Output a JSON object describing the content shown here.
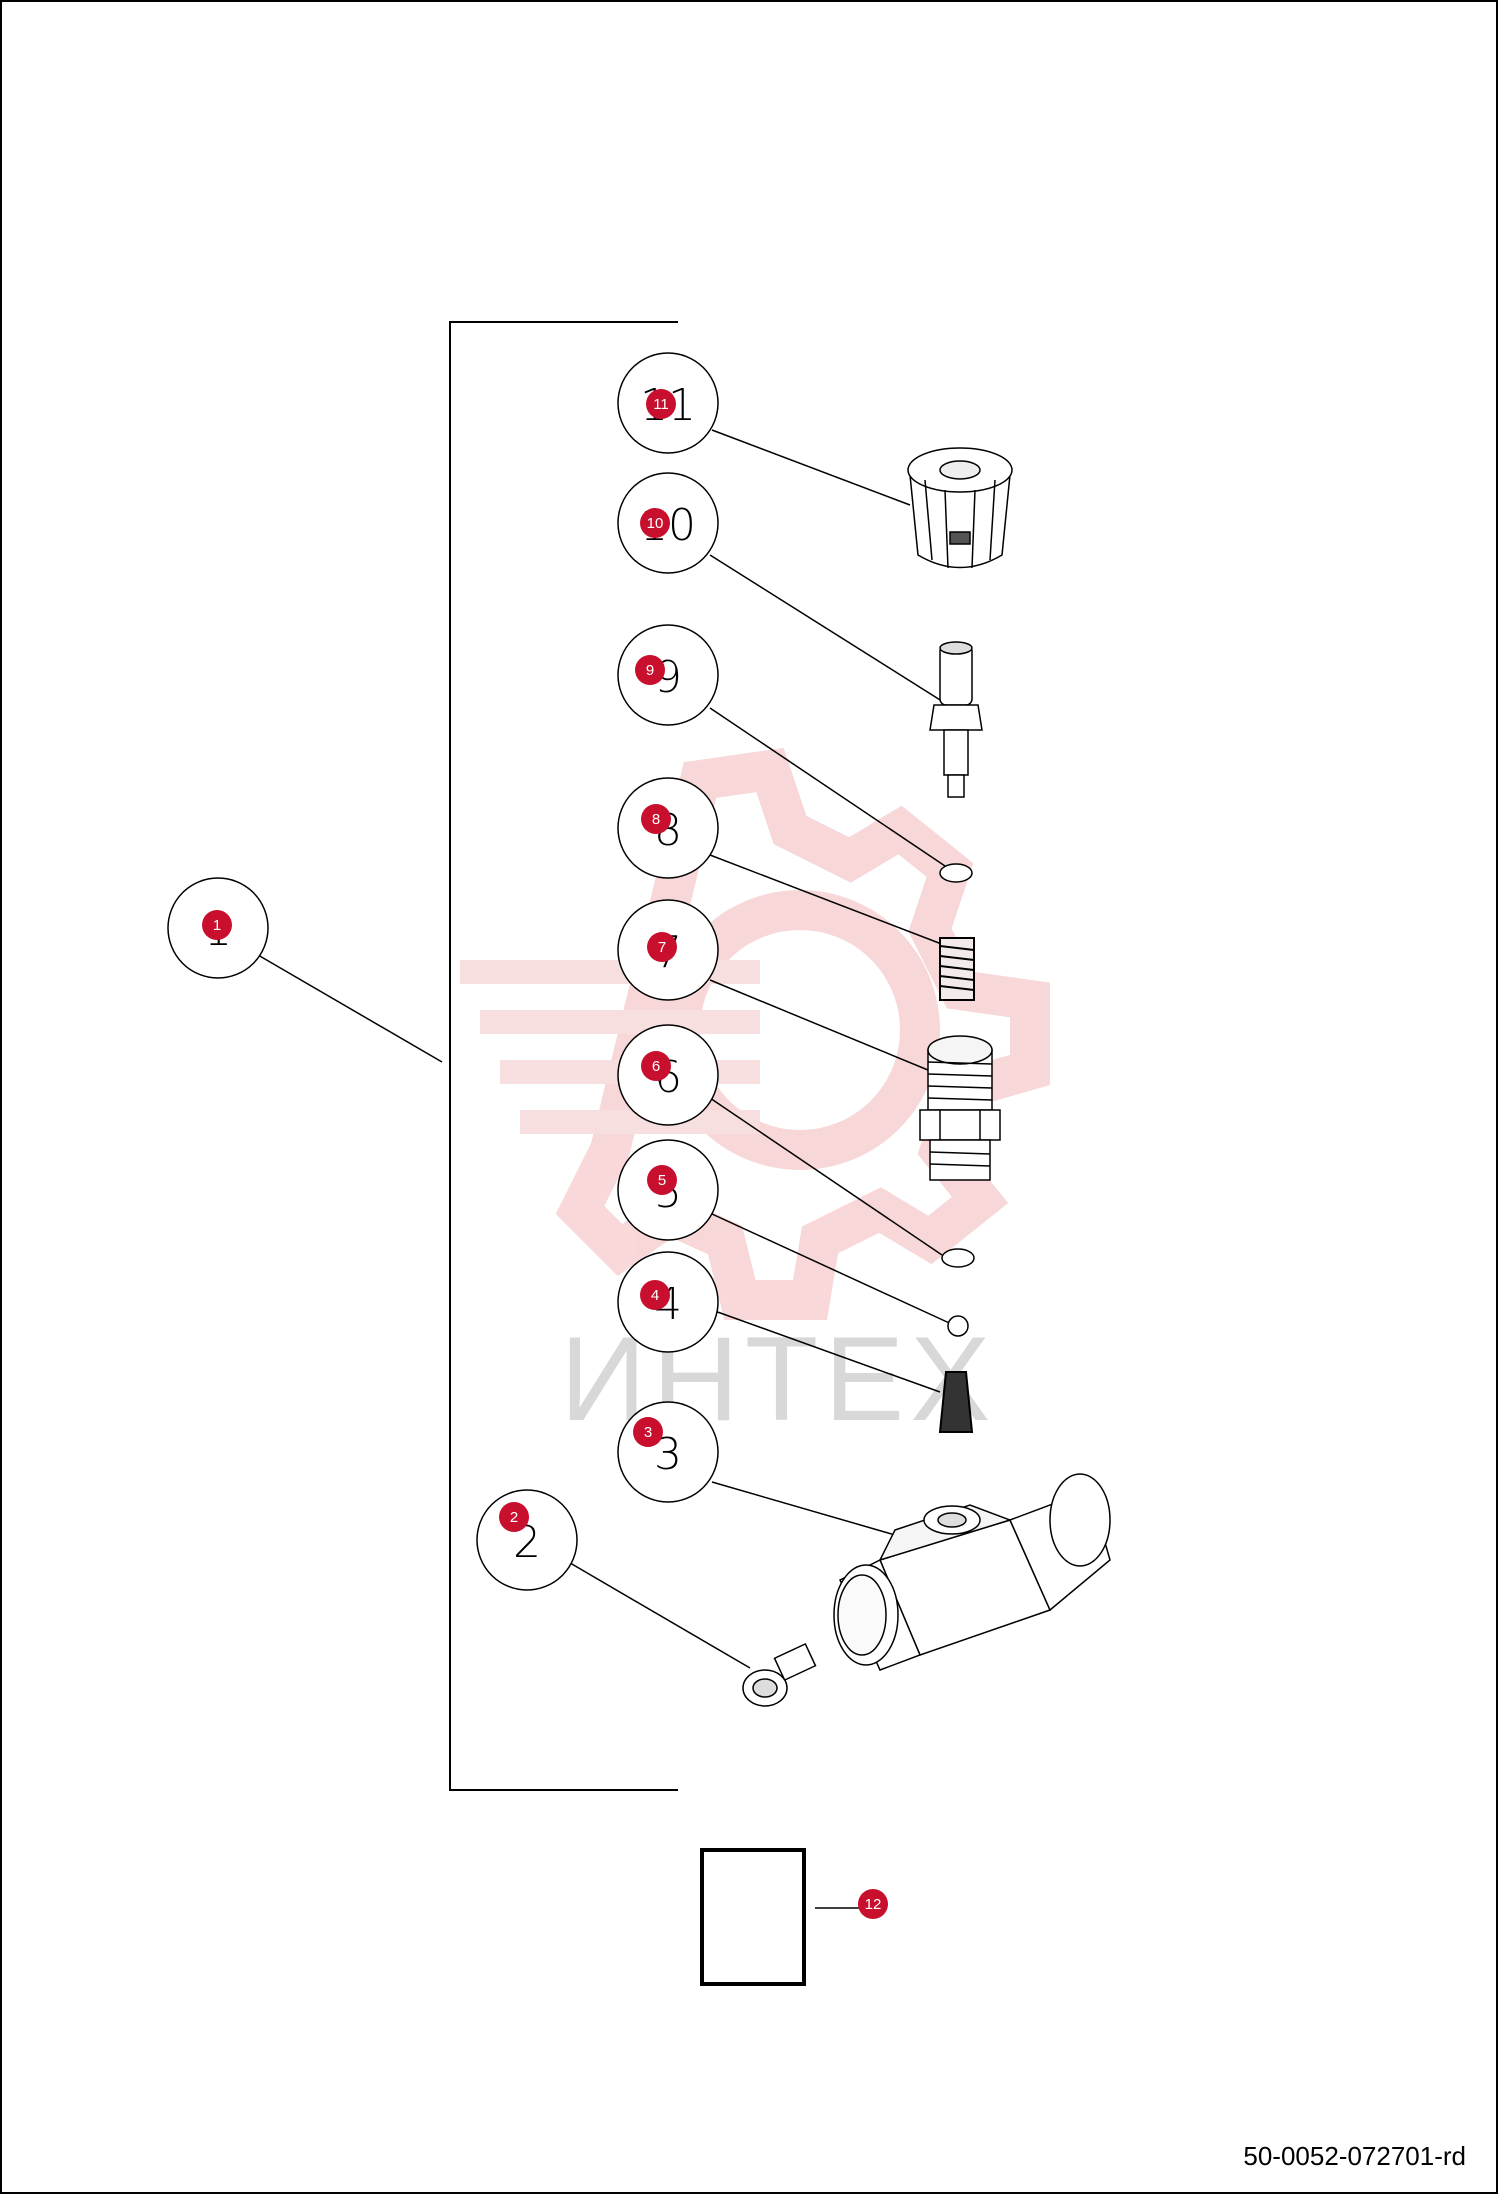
{
  "watermark": {
    "text": "ИНТЕХ",
    "color": "#e8b4b4"
  },
  "callouts": [
    {
      "num": "1",
      "label": "1"
    },
    {
      "num": "2",
      "label": "2"
    },
    {
      "num": "3",
      "label": "3"
    },
    {
      "num": "4",
      "label": "4"
    },
    {
      "num": "5",
      "label": "5"
    },
    {
      "num": "6",
      "label": "6"
    },
    {
      "num": "7",
      "label": "7"
    },
    {
      "num": "8",
      "label": "8"
    },
    {
      "num": "9",
      "label": "9"
    },
    {
      "num": "10",
      "label": "10"
    },
    {
      "num": "11",
      "label": "11"
    },
    {
      "num": "12",
      "label": "12"
    }
  ],
  "badge_color": "#c8102e",
  "drawing_code": "50-0052-072701-rd"
}
